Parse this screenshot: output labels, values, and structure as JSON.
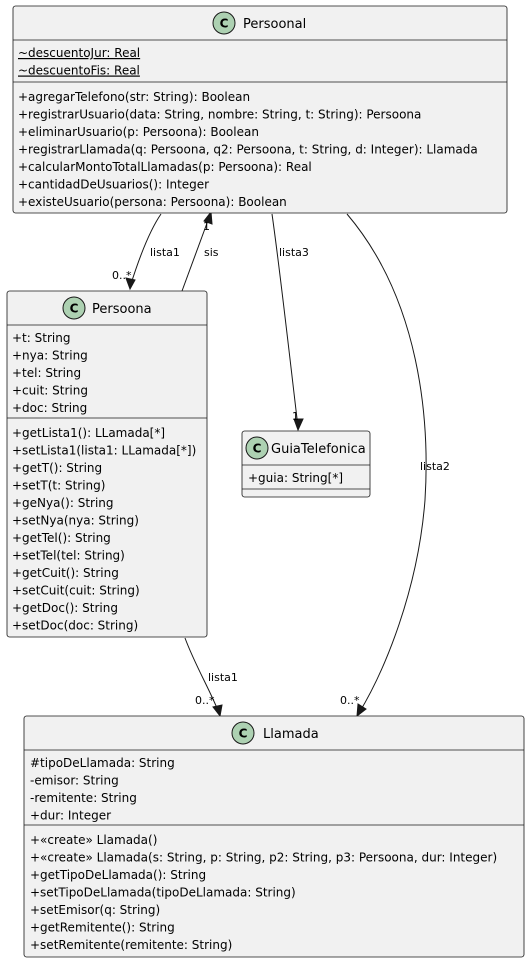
{
  "classes": {
    "persoonal": {
      "name": "Persoonal",
      "stereotype_letter": "C",
      "attributes": [
        "~descuentoJur: Real",
        "~descuentoFis: Real"
      ],
      "methods": [
        "+agregarTelefono(str: String): Boolean",
        "+registrarUsuario(data: String, nombre: String, t: String): Persoona",
        "+eliminarUsuario(p: Persoona): Boolean",
        "+registrarLlamada(q: Persoona, q2: Persoona, t: String, d: Integer): Llamada",
        "+calcularMontoTotalLlamadas(p: Persoona): Real",
        "+cantidadDeUsuarios(): Integer",
        "+existeUsuario(persona: Persoona): Boolean"
      ]
    },
    "persoona": {
      "name": "Persoona",
      "stereotype_letter": "C",
      "attributes": [
        "+t: String",
        "+nya: String",
        "+tel: String",
        "+cuit: String",
        "+doc: String"
      ],
      "methods": [
        "+getLista1(): LLamada[*]",
        "+setLista1(lista1: LLamada[*])",
        "+getT(): String",
        "+setT(t: String)",
        "+geNya(): String",
        "+setNya(nya: String)",
        "+getTel(): String",
        "+setTel(tel: String)",
        "+getCuit(): String",
        "+setCuit(cuit: String)",
        "+getDoc(): String",
        "+setDoc(doc: String)"
      ]
    },
    "guia": {
      "name": "GuiaTelefonica",
      "stereotype_letter": "C",
      "attributes": [
        "+guia: String[*]"
      ],
      "methods": []
    },
    "llamada": {
      "name": "Llamada",
      "stereotype_letter": "C",
      "attributes": [
        "#tipoDeLlamada: String",
        "-emisor: String",
        "-remitente: String",
        "+dur: Integer"
      ],
      "methods": [
        "+«create» Llamada()",
        "+«create» Llamada(s: String, p: String, p2: String, p3: Persoona, dur: Integer)",
        "+getTipoDeLlamada(): String",
        "+setTipoDeLlamada(tipoDeLlamada: String)",
        "+setEmisor(q: String)",
        "+getRemitente(): String",
        "+setRemitente(remitente: String)"
      ]
    }
  },
  "relations": {
    "lista1_top": {
      "label": "lista1",
      "mult": "0..*"
    },
    "sis": {
      "label": "sis",
      "mult": "1"
    },
    "lista3": {
      "label": "lista3",
      "mult": "1"
    },
    "lista2": {
      "label": "lista2",
      "mult": "0..*"
    },
    "lista1_bottom": {
      "label": "lista1",
      "mult": "0..*"
    }
  }
}
